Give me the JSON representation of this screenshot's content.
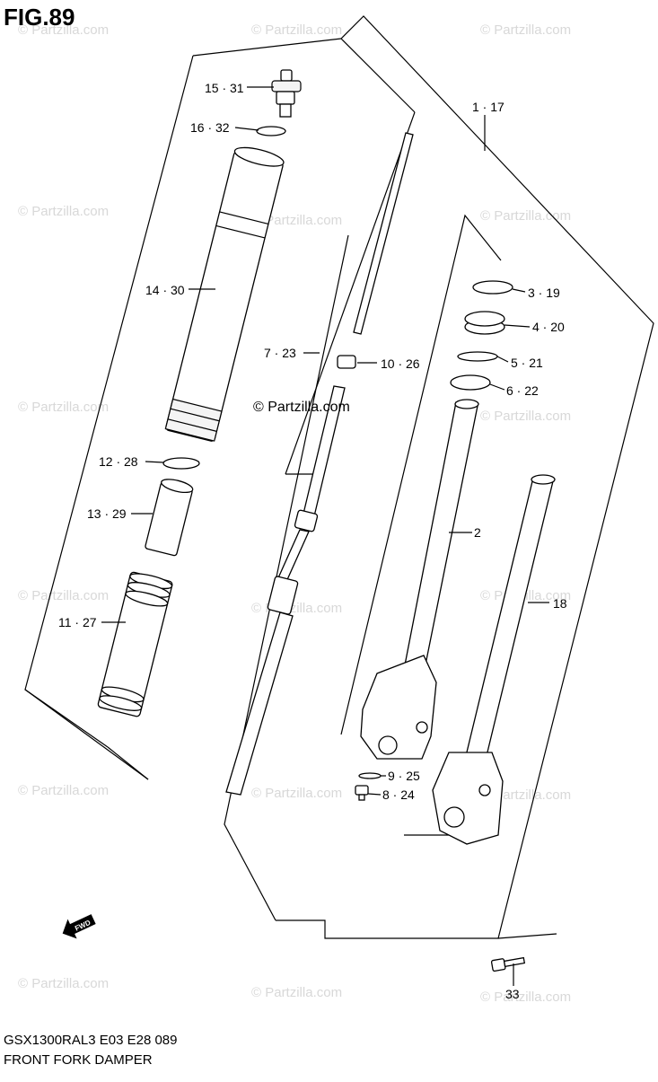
{
  "figure": {
    "title": "FIG.89",
    "model_line": "GSX1300RAL3  E03  E28  089",
    "name": "FRONT FORK DAMPER",
    "copyright": "© Partzilla.com",
    "watermark": "© Partzilla.com",
    "fwd_label": "FWD"
  },
  "callouts": [
    {
      "id": "15",
      "text": "15 · 31"
    },
    {
      "id": "16",
      "text": "16 · 32"
    },
    {
      "id": "1",
      "text": "1 · 17"
    },
    {
      "id": "14",
      "text": "14 · 30"
    },
    {
      "id": "3",
      "text": "3 · 19"
    },
    {
      "id": "4",
      "text": "4 · 20"
    },
    {
      "id": "7",
      "text": "7 · 23"
    },
    {
      "id": "10",
      "text": "10 · 26"
    },
    {
      "id": "5",
      "text": "5 · 21"
    },
    {
      "id": "6",
      "text": "6 · 22"
    },
    {
      "id": "12",
      "text": "12 · 28"
    },
    {
      "id": "13",
      "text": "13 · 29"
    },
    {
      "id": "2",
      "text": "2"
    },
    {
      "id": "18",
      "text": "18"
    },
    {
      "id": "11",
      "text": "11 · 27"
    },
    {
      "id": "9",
      "text": "9 · 25"
    },
    {
      "id": "8",
      "text": "8 · 24"
    },
    {
      "id": "33",
      "text": "33"
    }
  ]
}
